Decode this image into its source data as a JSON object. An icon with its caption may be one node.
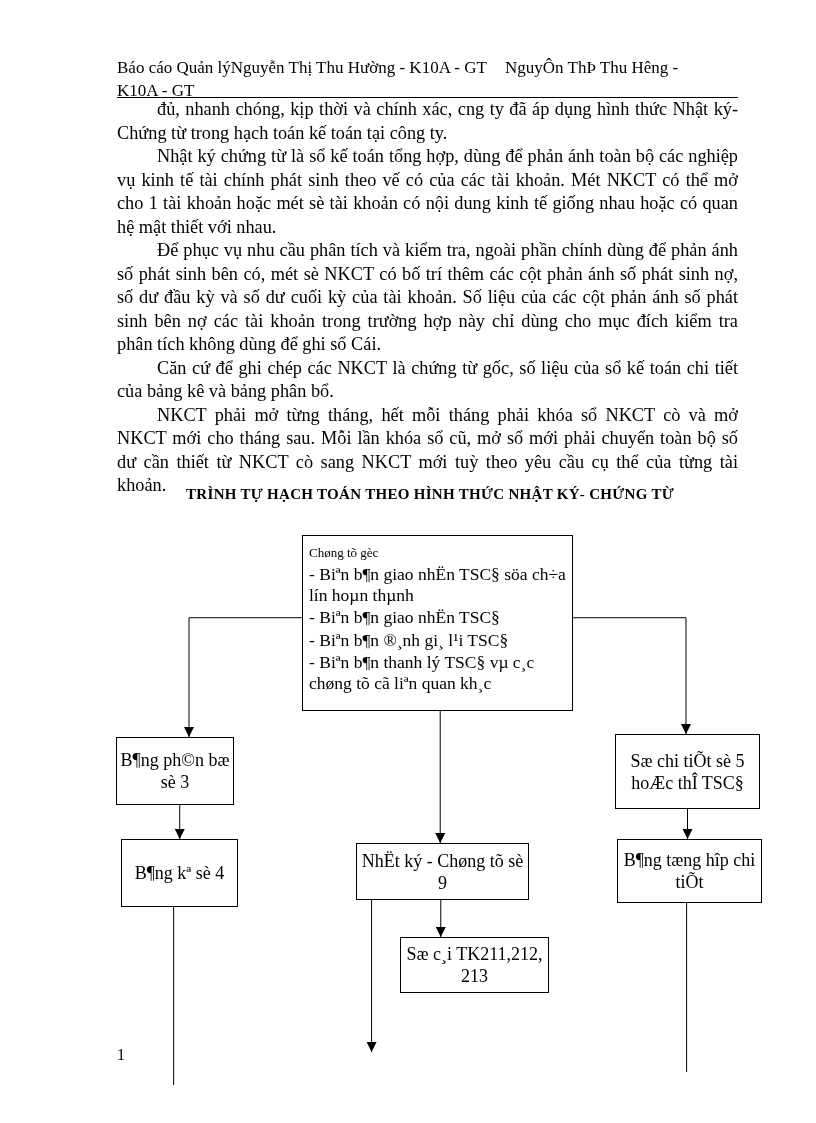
{
  "diagram": {
    "title": "TRÌNH TỰ HẠCH TOÁN THEO HÌNH THỨC NHẬT KÝ- CHỨNG TỪ",
    "nodes": [
      {
        "text": [
          "Chøng tõ gèc",
          "- Biªn b¶n giao nhËn TSC§ söa ch÷a lín hoµn thµnh",
          "- Biªn b¶n giao nhËn TSC§",
          "- Biªn b¶n ®¸nh gi¸ l¹i TSC§",
          "- Biªn b¶n thanh lý TSC§ vµ c¸c chøng tõ cã liªn quan kh¸c"
        ]
      },
      {
        "text": [
          "B¶ng ph©n bæ sè 3"
        ]
      },
      {
        "text": [
          "B¶ng kª sè 4"
        ]
      },
      {
        "text": [
          "Sæ chi tiÕt sè 5 hoÆc thÎ TSC§"
        ]
      },
      {
        "text": [
          "NhËt ký - Chøng tõ sè 9"
        ]
      },
      {
        "text": [
          "Sæ c¸i TK211,212, 213"
        ]
      },
      {
        "text": [
          "B¶ng tæng hîp chi tiÕt"
        ]
      }
    ],
    "edges": [
      {
        "from": 0,
        "to": 1,
        "arrow": "to"
      },
      {
        "from": 0,
        "to": 4,
        "arrow": "to"
      },
      {
        "from": 0,
        "to": 3,
        "arrow": "to"
      },
      {
        "from": 1,
        "to": 2,
        "arrow": "to"
      },
      {
        "from": 3,
        "to": 6,
        "arrow": "to"
      },
      {
        "from": 4,
        "to": 5,
        "arrow": "to"
      },
      {
        "from": 4,
        "to": null,
        "arrow": "to"
      },
      {
        "from": 2,
        "to": null,
        "arrow": "none"
      },
      {
        "from": 6,
        "to": null,
        "arrow": "none"
      }
    ],
    "labels": [
      "Báo cáo Quản lýNguyễn Thị Thu Hường - K10A - GT",
      "NguyÔn ThÞ Thu Hêng - K10A - GT",
      "đủ, nhanh chóng, kịp thời và chính xác, cng ty đã áp dụng hình thức Nhật ký- Chứng từ trong hạch toán kế toán tại công ty.",
      "Nhật ký chứng từ là sổ kế toán tổng hợp, dùng để phản ánh toàn bộ các nghiệp vụ kinh tế tài chính phát sinh theo vế có của các tài khoản. Mét NKCT có thể mở cho 1 tài khoản hoặc mét sè tài khoản có nội dung kinh tế giống nhau hoặc có quan hệ mật thiết với nhau.",
      "Để phục vụ nhu cầu phân tích và kiểm tra, ngoài phần chính dùng để phản ánh số phát sinh bên có, mét sè NKCT có bố trí thêm các cột phản ánh số phát sinh nợ, số dư đầu kỳ và số dư cuối kỳ của tài khoản. Số liệu của các cột phản ánh số phát sinh bên nợ các tài khoản trong trường hợp này chỉ dùng cho mục đích kiểm tra phân tích không dùng để ghi sổ Cái.",
      "Căn cứ để ghi chép các NKCT là chứng từ gốc, số liệu của sổ kế toán chi tiết của bảng kê và bảng phân bổ.",
      "NKCT phải mở từng tháng, hết mỗi tháng phải khóa sổ NKCT cò và mở NKCT mới cho tháng sau. Mỗi lần khóa sổ cũ, mở sổ mới phải chuyển toàn bộ số dư cần thiết từ NKCT cò sang NKCT mới tuỳ theo yêu cầu cụ thể của từng tài khoản.",
      "1"
    ]
  }
}
